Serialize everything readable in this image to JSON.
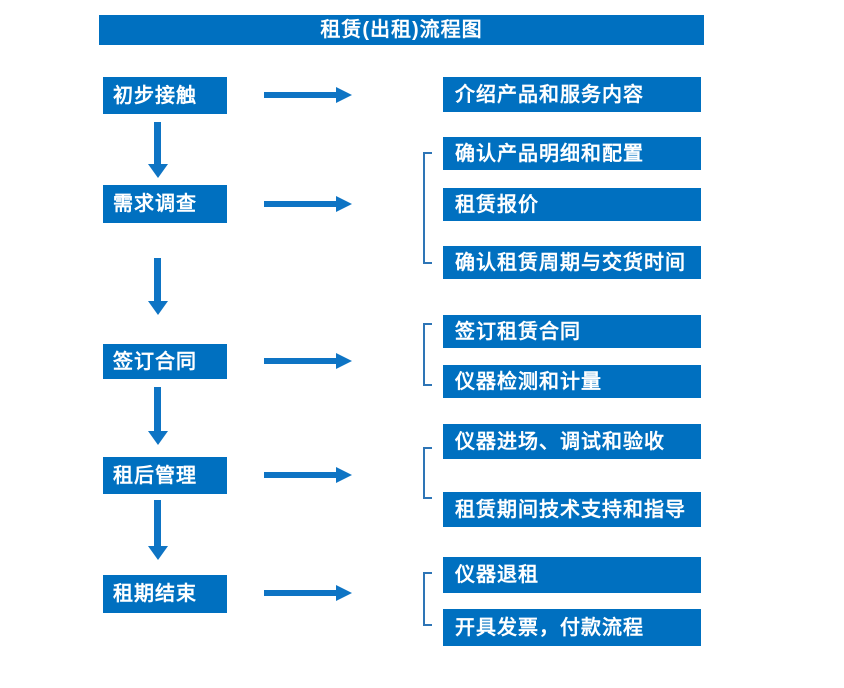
{
  "title": "租赁(出租)流程图",
  "colors": {
    "box": "#0070C0",
    "arrow": "#0E74C4",
    "bracket": "#2E75B6",
    "text": "#FFFFFF"
  },
  "steps": [
    {
      "label": "初步接触",
      "details": [
        "介绍产品和服务内容"
      ]
    },
    {
      "label": "需求调查",
      "details": [
        "确认产品明细和配置",
        "租赁报价",
        "确认租赁周期与交货时间"
      ]
    },
    {
      "label": "签订合同",
      "details": [
        "签订租赁合同",
        "仪器检测和计量"
      ]
    },
    {
      "label": "租后管理",
      "details": [
        "仪器进场、调试和验收",
        "租赁期间技术支持和指导"
      ]
    },
    {
      "label": "租期结束",
      "details": [
        "仪器退租",
        "开具发票，付款流程"
      ]
    }
  ]
}
